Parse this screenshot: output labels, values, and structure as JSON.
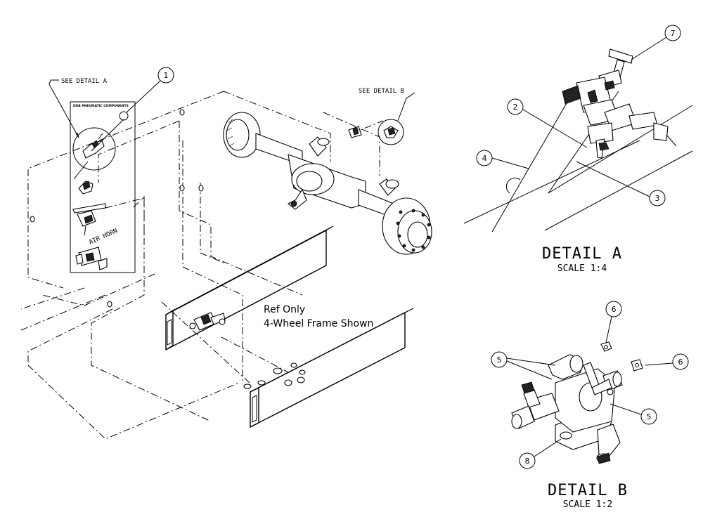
{
  "callouts": {
    "see_detail_a": "SEE DETAIL A",
    "see_detail_b": "SEE DETAIL B",
    "panel_title": "DRB PNEUMATIC COMPONENTS",
    "air_horn": "AIR HORN",
    "ref_only": "Ref Only",
    "frame_note": "4-Wheel Frame Shown"
  },
  "balloons": {
    "main_1": "1",
    "a_7": "7",
    "a_2": "2",
    "a_4": "4",
    "a_3": "3",
    "b_6_top": "6",
    "b_6_right": "6",
    "b_5_left": "5",
    "b_5_right": "5",
    "b_8": "8"
  },
  "detail_a": {
    "title": "DETAIL A",
    "scale": "SCALE 1:4"
  },
  "detail_b": {
    "title": "DETAIL B",
    "scale": "SCALE 1:2"
  }
}
